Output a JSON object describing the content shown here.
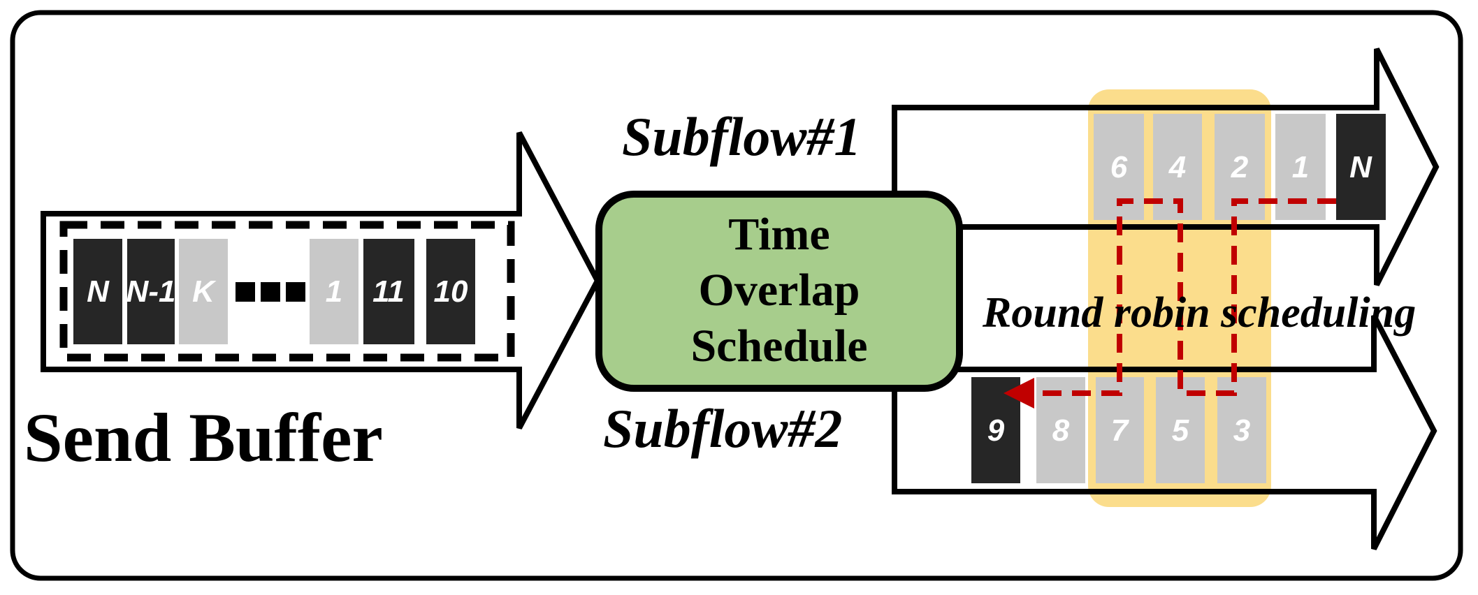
{
  "colors": {
    "outline": "#000000",
    "green_fill": "#a7cd8c",
    "yellow_highlight": "#fbdd8c",
    "block_dark": "#262626",
    "block_gray": "#c8c8c8",
    "red_accent": "#c00000",
    "block_label": "#ffffff"
  },
  "send_buffer": {
    "title": "Send Buffer",
    "blocks": [
      {
        "label": "N",
        "variant": "dark"
      },
      {
        "label": "N-1",
        "variant": "dark"
      },
      {
        "label": "K",
        "variant": "gray"
      },
      {
        "label": "",
        "variant": "ellipsis",
        "icon": "ellipsis-dots"
      },
      {
        "label": "1",
        "variant": "gray"
      },
      {
        "label": "11",
        "variant": "dark"
      },
      {
        "label": "10",
        "variant": "dark"
      }
    ]
  },
  "scheduler": {
    "lines": [
      "Time",
      "Overlap",
      "Schedule"
    ]
  },
  "subflow1": {
    "label": "Subflow#1",
    "blocks": [
      {
        "label": "6",
        "variant": "gray"
      },
      {
        "label": "4",
        "variant": "gray"
      },
      {
        "label": "2",
        "variant": "gray"
      },
      {
        "label": "1",
        "variant": "gray"
      },
      {
        "label": "N",
        "variant": "dark"
      }
    ]
  },
  "subflow2": {
    "label": "Subflow#2",
    "blocks": [
      {
        "label": "9",
        "variant": "dark"
      },
      {
        "label": "8",
        "variant": "gray"
      },
      {
        "label": "7",
        "variant": "gray"
      },
      {
        "label": "5",
        "variant": "gray"
      },
      {
        "label": "3",
        "variant": "gray"
      }
    ]
  },
  "annotation": {
    "label": "Round robin scheduling"
  }
}
